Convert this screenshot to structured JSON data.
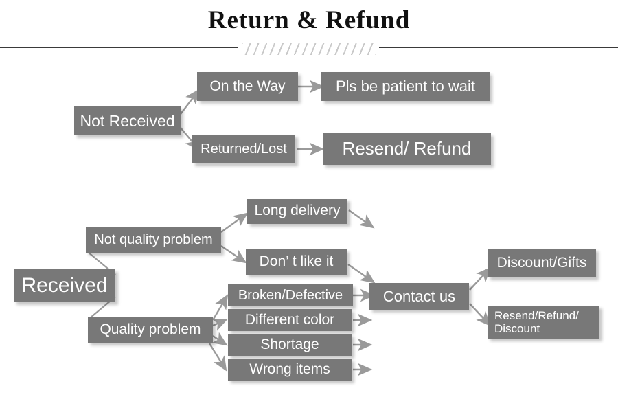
{
  "header": {
    "title": "Return & Refund",
    "divider_style": "rules-with-diagonal-hatch"
  },
  "colors": {
    "node_fill": "#787878",
    "node_text": "#ffffff",
    "connector": "#9a9a9a",
    "rule": "#3a3a3a",
    "hatch": "#c9c9c9",
    "background": "#ffffff"
  },
  "diagram": {
    "type": "flowchart",
    "branches": [
      {
        "root": "not-received",
        "paths": [
          [
            "Not Received",
            "On the Way",
            "Pls be patient to wait"
          ],
          [
            "Not Received",
            "Returned/Lost",
            "Resend/ Refund"
          ]
        ]
      },
      {
        "root": "received",
        "paths": [
          [
            "Received",
            "Not quality problem",
            "Long delivery",
            "Contact us"
          ],
          [
            "Received",
            "Not quality problem",
            "Don’ t like it",
            "Contact us"
          ],
          [
            "Received",
            "Quality problem",
            "Broken/Defective",
            "Contact us"
          ],
          [
            "Received",
            "Quality problem",
            "Different color",
            "Contact us"
          ],
          [
            "Received",
            "Quality problem",
            "Shortage",
            "Contact us"
          ],
          [
            "Received",
            "Quality problem",
            "Wrong items",
            "Contact us"
          ],
          [
            "Contact us",
            "Discount/Gifts"
          ],
          [
            "Contact us",
            "Resend/Refund/ Discount"
          ]
        ]
      }
    ],
    "nodes": {
      "not_received": "Not Received",
      "on_the_way": "On the Way",
      "pls_be_patient": "Pls be patient to wait",
      "returned_lost": "Returned/Lost",
      "resend_refund": "Resend/ Refund",
      "received": "Received",
      "not_quality_problem": "Not quality problem",
      "quality_problem": "Quality problem",
      "long_delivery": "Long delivery",
      "dont_like_it": "Don’  t like it",
      "broken_defective": "Broken/Defective",
      "different_color": "Different color",
      "shortage": "Shortage",
      "wrong_items": "Wrong items",
      "contact_us": "Contact us",
      "discount_gifts": "Discount/Gifts",
      "resend_refund_discount_line1": "Resend/Refund/",
      "resend_refund_discount_line2": "Discount"
    }
  }
}
